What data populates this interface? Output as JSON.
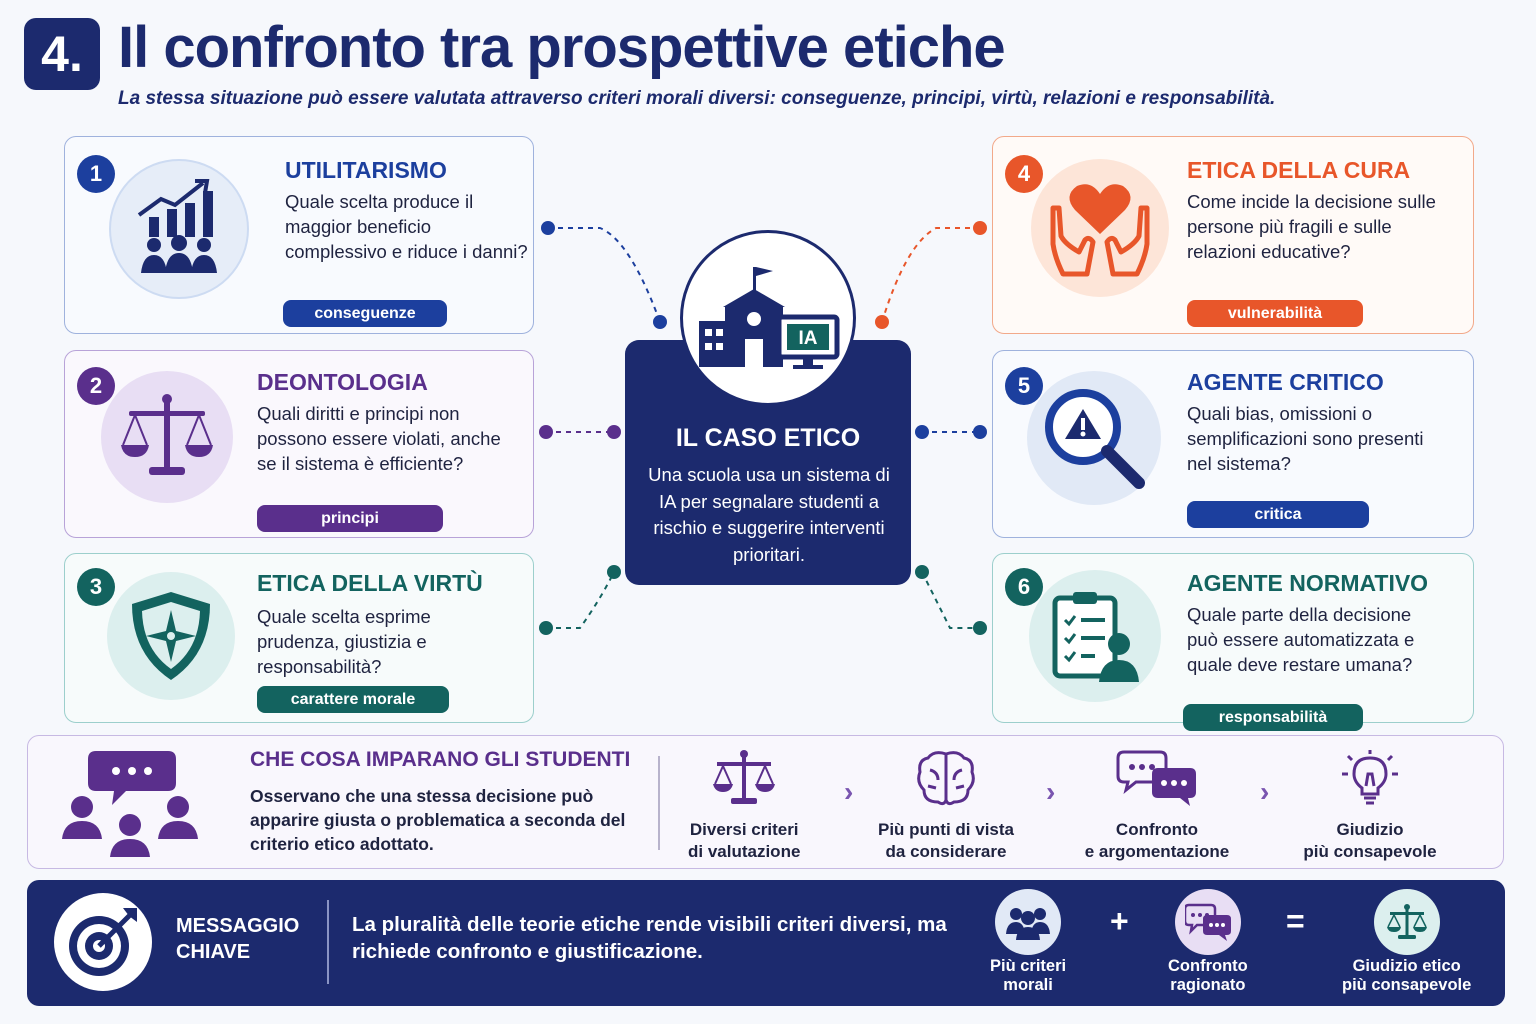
{
  "header": {
    "number": "4.",
    "title": "Il confronto tra prospettive etiche",
    "subtitle": "La stessa situazione può essere valutata attraverso criteri morali diversi: conseguenze, principi, virtù, relazioni e responsabilità."
  },
  "cards": [
    {
      "n": "1",
      "title": "UTILITARISMO",
      "body": "Quale scelta produce il maggior beneficio complessivo e riduce i danni?",
      "tag": "conseguenze",
      "color": "#1c3f9e",
      "icon": "growth-chart-people-icon"
    },
    {
      "n": "2",
      "title": "DEONTOLOGIA",
      "body": "Quali diritti e principi non possono essere violati, anche se il sistema è efficiente?",
      "tag": "principi",
      "color": "#5a2f8c",
      "icon": "scales-icon"
    },
    {
      "n": "3",
      "title": "ETICA DELLA VIRTÙ",
      "body": "Quale scelta esprime prudenza, giustizia e responsabilità?",
      "tag": "carattere morale",
      "color": "#13635f",
      "icon": "shield-compass-icon"
    },
    {
      "n": "4",
      "title": "ETICA DELLA CURA",
      "body": "Come incide la decisione sulle persone più fragili e sulle relazioni educative?",
      "tag": "vulnerabilità",
      "color": "#e8562a",
      "icon": "hands-heart-icon"
    },
    {
      "n": "5",
      "title": "AGENTE CRITICO",
      "body": "Quali bias, omissioni o semplificazioni sono presenti nel sistema?",
      "tag": "critica",
      "color": "#1c3f9e",
      "icon": "magnifier-warning-icon"
    },
    {
      "n": "6",
      "title": "AGENTE NORMATIVO",
      "body": "Quale parte della decisione può essere automatizzata e quale deve restare umana?",
      "tag": "responsabilità",
      "color": "#13635f",
      "icon": "checklist-person-icon"
    }
  ],
  "center": {
    "icon_label": "IA",
    "title": "IL CASO ETICO",
    "text": "Una scuola usa un sistema di IA per segnalare studenti a rischio e suggerire interventi prioritari."
  },
  "learning": {
    "title": "CHE COSA IMPARANO GLI STUDENTI",
    "text": "Osservano che una stessa decisione può apparire giusta o problematica a seconda del criterio etico adottato.",
    "steps": [
      {
        "line1": "Diversi criteri",
        "line2": "di valutazione",
        "icon": "scales-icon"
      },
      {
        "line1": "Più punti di vista",
        "line2": "da considerare",
        "icon": "brain-icon"
      },
      {
        "line1": "Confronto",
        "line2": "e argomentazione",
        "icon": "chat-bubbles-icon"
      },
      {
        "line1": "Giudizio",
        "line2": "più consapevole",
        "icon": "lightbulb-icon"
      }
    ]
  },
  "key": {
    "label_line1": "MESSAGGIO",
    "label_line2": "CHIAVE",
    "text": "La pluralità delle teorie etiche rende visibili criteri diversi, ma richiede confronto e giustificazione.",
    "items": [
      {
        "line1": "Più criteri",
        "line2": "morali"
      },
      {
        "line1": "Confronto",
        "line2": "ragionato"
      },
      {
        "line1": "Giudizio etico",
        "line2": "più consapevole"
      }
    ],
    "op_plus": "+",
    "op_equals": "="
  }
}
